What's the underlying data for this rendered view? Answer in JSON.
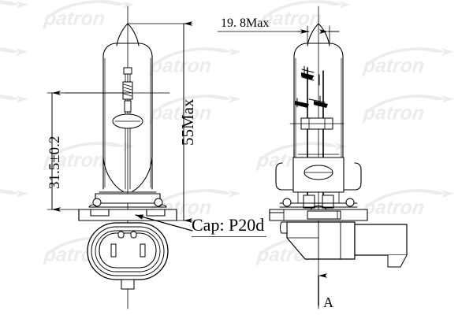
{
  "drawing": {
    "title": "Halogen Bulb Technical Dimension Drawing",
    "background_color": "#ffffff",
    "line_color": "#000000",
    "watermark_color": "#ececec",
    "watermark_text": "patron",
    "views": [
      {
        "name": "front-view",
        "description": "Front elevation of halogen bulb with base and connector socket face"
      },
      {
        "name": "side-view",
        "description": "Side elevation of halogen bulb rotated 90 degrees showing connector body"
      }
    ]
  },
  "dimensions": {
    "overall_height": {
      "label": "55Max",
      "value": 55,
      "unit": "mm",
      "qualifier": "Max",
      "orientation": "vertical"
    },
    "bulb_width": {
      "label": "19. 8Max",
      "value": 19.8,
      "unit": "mm",
      "qualifier": "Max",
      "orientation": "horizontal"
    },
    "filament_height": {
      "label": "31.5±0.2",
      "value": 31.5,
      "tolerance": 0.2,
      "unit": "mm",
      "orientation": "vertical"
    }
  },
  "annotations": {
    "cap_spec": {
      "label": "Cap: P20d",
      "leader": "points to connector socket face"
    },
    "section_marker": {
      "label": "A",
      "type": "view-direction-arrow"
    }
  },
  "brand": {
    "name": "patron",
    "watermark_repeat": true
  }
}
